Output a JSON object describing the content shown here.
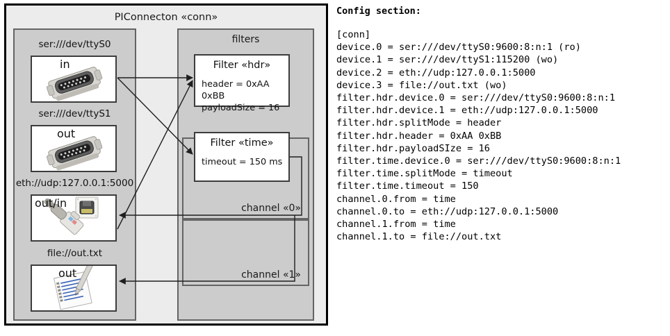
{
  "diagram": {
    "title": "PIConnecton «conn»",
    "devices_group": {
      "title": ""
    },
    "filters_group": {
      "title": "filters"
    },
    "devices": [
      {
        "label": "ser:///dev/ttyS0",
        "direction": "in",
        "icon": "serial-port-icon"
      },
      {
        "label": "ser:///dev/ttyS1",
        "direction": "out",
        "icon": "serial-port-icon"
      },
      {
        "label": "eth://udp:127.0.0.1:5000",
        "direction": "out/in",
        "icon": "ethernet-jack-icon"
      },
      {
        "label": "file://out.txt",
        "direction": "out",
        "icon": "text-file-icon"
      }
    ],
    "filters": [
      {
        "title": "Filter «hdr»",
        "attrs": [
          "header = 0xAA 0xBB",
          "payloadSize = 16"
        ]
      },
      {
        "title": "Filter «time»",
        "attrs": [
          "timeout = 150 ms"
        ]
      }
    ],
    "channels": [
      {
        "label": "channel «0»"
      },
      {
        "label": "channel «1»"
      }
    ]
  },
  "config": {
    "heading": "Config section:",
    "lines": [
      "[conn]",
      "device.0 = ser:///dev/ttyS0:9600:8:n:1 (ro)",
      "device.1 = ser:///dev/ttyS1:115200 (wo)",
      "device.2 = eth://udp:127.0.0.1:5000",
      "device.3 = file://out.txt (wo)",
      "filter.hdr.device.0 = ser:///dev/ttyS0:9600:8:n:1",
      "filter.hdr.device.1 = eth://udp:127.0.0.1:5000",
      "filter.hdr.splitMode = header",
      "filter.hdr.header = 0xAA 0xBB",
      "filter.hdr.payloadSIze = 16",
      "filter.time.device.0 = ser:///dev/ttyS0:9600:8:n:1",
      "filter.time.splitMode = timeout",
      "filter.time.timeout = 150",
      "channel.0.from = time",
      "channel.0.to = eth://udp:127.0.0.1:5000",
      "channel.1.from = time",
      "channel.1.to = file://out.txt"
    ]
  },
  "colors": {
    "frame_bg": "#ececec",
    "group_bg": "#cccccc",
    "node_bg": "#ffffff",
    "stroke": "#3c3c3c",
    "frame_border": "#000000"
  }
}
